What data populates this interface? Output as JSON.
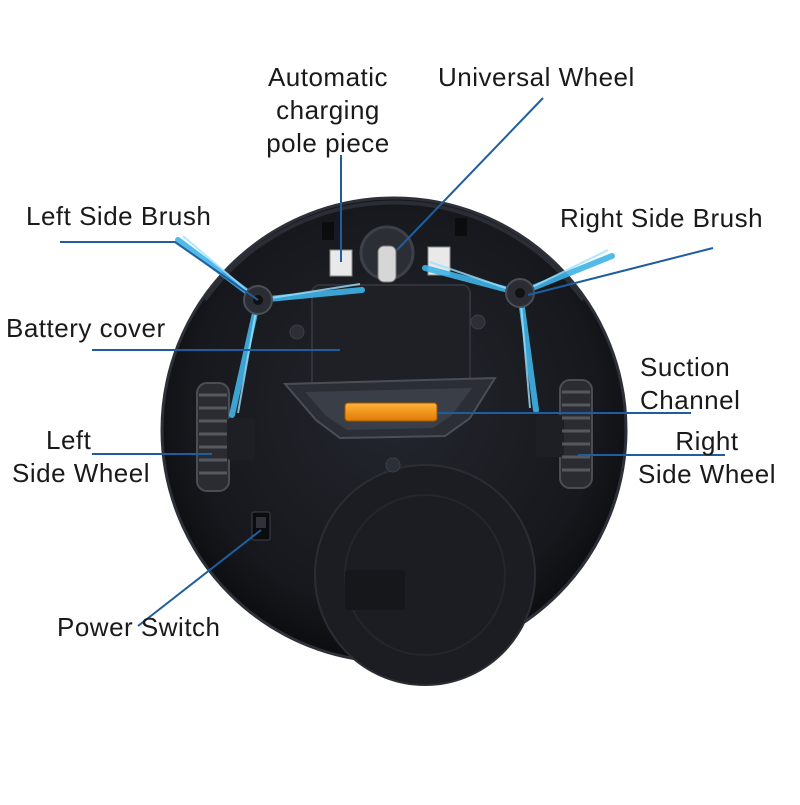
{
  "diagram": {
    "subject": "robot-vacuum-underside",
    "colors": {
      "background": "#ffffff",
      "label_text": "#1a1a1a",
      "leader_line": "#1f5e9e",
      "body": "#16181d",
      "brush_bristles": "#3fb3e6",
      "suction_channel": "#f08a12"
    },
    "labels": {
      "charging_pole": [
        "Automatic",
        "charging",
        "pole piece"
      ],
      "universal_wheel": "Universal Wheel",
      "left_side_brush": "Left Side Brush",
      "right_side_brush": "Right Side Brush",
      "battery_cover": "Battery cover",
      "suction_channel": [
        "Suction",
        "Channel"
      ],
      "left_side_wheel": [
        "Left",
        "Side Wheel"
      ],
      "right_side_wheel": [
        "Right",
        "Side Wheel"
      ],
      "power_switch": "Power Switch"
    }
  }
}
